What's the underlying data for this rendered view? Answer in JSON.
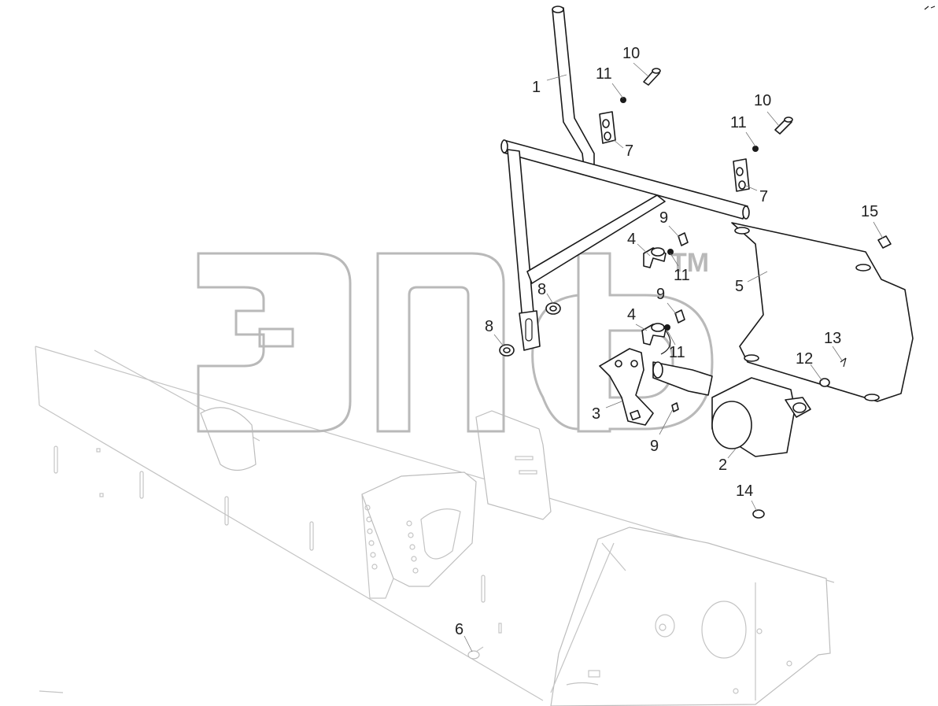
{
  "diagram": {
    "callouts": [
      "1",
      "2",
      "3",
      "4",
      "4",
      "5",
      "6",
      "7",
      "7",
      "8",
      "8",
      "9",
      "9",
      "9",
      "10",
      "10",
      "11",
      "11",
      "11",
      "11",
      "12",
      "13",
      "14",
      "15"
    ]
  },
  "watermark": {
    "mark": "ЭПФ",
    "tm": "TM"
  },
  "colors": {
    "line": "#1a1a1a",
    "ghost": "#c4c4c4",
    "watermark": "#b9b9b9",
    "background": "#ffffff"
  }
}
